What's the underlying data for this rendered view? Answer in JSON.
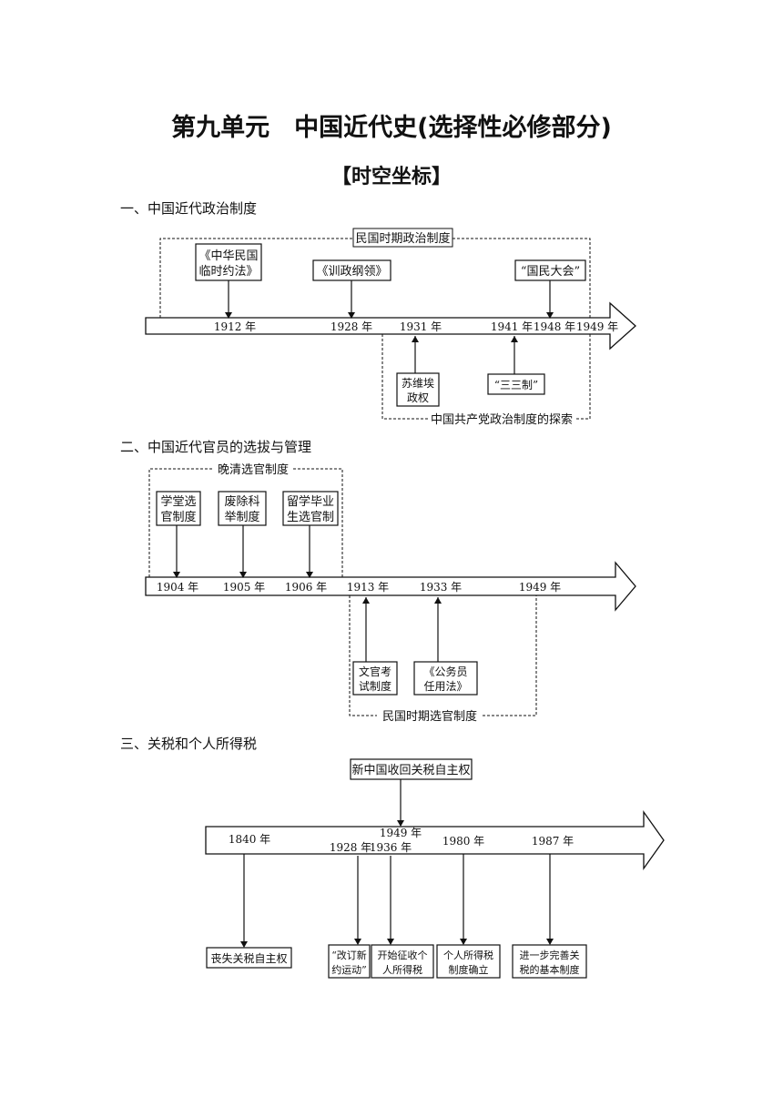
{
  "title": "第九单元　中国近代史(选择性必修部分)",
  "subtitle": "【时空坐标】",
  "sections": [
    {
      "heading": "一、中国近代政治制度",
      "top_group_label": "民国时期政治制度",
      "bottom_group_label": "中国共产党政治制度的探索",
      "years": [
        "1912 年",
        "1928 年",
        "1931 年",
        "1941 年",
        "1948 年",
        "1949 年"
      ],
      "top_boxes": [
        [
          "《中华民国",
          "临时约法》"
        ],
        [
          "《训政纲领》"
        ],
        [
          "“国民大会”"
        ]
      ],
      "bottom_boxes": [
        [
          "苏维埃",
          "政权"
        ],
        [
          "“三三制”"
        ]
      ]
    },
    {
      "heading": "二、中国近代官员的选拔与管理",
      "top_group_label": "晚清选官制度",
      "bottom_group_label": "民国时期选官制度",
      "years": [
        "1904 年",
        "1905 年",
        "1906 年",
        "1913 年",
        "1933 年",
        "1949 年"
      ],
      "top_boxes": [
        [
          "学堂选",
          "官制度"
        ],
        [
          "废除科",
          "举制度"
        ],
        [
          "留学毕业",
          "生选官制"
        ]
      ],
      "bottom_boxes": [
        [
          "文官考",
          "试制度"
        ],
        [
          "《公务员",
          "任用法》"
        ]
      ]
    },
    {
      "heading": "三、关税和个人所得税",
      "top_box": "新中国收回关税自主权",
      "years": [
        "1840 年",
        "1928 年",
        "1936 年",
        "1949 年",
        "1980 年",
        "1987 年"
      ],
      "bottom_boxes": [
        [
          "丧失关税自主权"
        ],
        [
          "“改订新",
          "约运动”"
        ],
        [
          "开始征收个",
          "人所得税"
        ],
        [
          "个人所得税",
          "制度确立"
        ],
        [
          "进一步完善关",
          "税的基本制度"
        ]
      ]
    }
  ]
}
